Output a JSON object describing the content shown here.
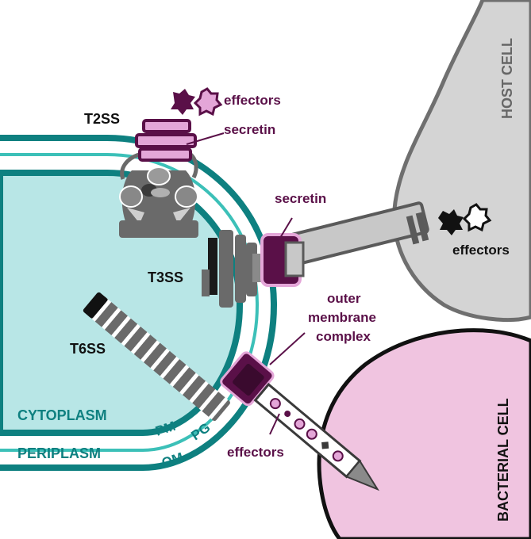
{
  "cells": {
    "host_cell": "HOST CELL",
    "bacterial_cell": "BACTERIAL CELL"
  },
  "regions": {
    "cytoplasm": "CYTOPLASM",
    "periplasm": "PERIPLASM",
    "pm": "PM",
    "pg": "PG",
    "om": "OM"
  },
  "systems": {
    "t2ss": "T2SS",
    "t3ss": "T3SS",
    "t6ss": "T6SS"
  },
  "annotations": {
    "t2ss_effectors": "effectors",
    "t2ss_secretin": "secretin",
    "t3ss_secretin": "secretin",
    "t3ss_effectors": "effectors",
    "omc_line1": "outer",
    "omc_line2": "membrane",
    "omc_line3": "complex",
    "t6ss_effectors": "effectors"
  },
  "colors": {
    "teal": "#0e8080",
    "light_teal": "#3cc0b8",
    "cytoplasm_fill": "#b8e6e6",
    "purple": "#5a1048",
    "pink": "#e4a6d8",
    "host_gray": "#d4d4d4",
    "bacterial_pink": "#f0c4e0"
  }
}
